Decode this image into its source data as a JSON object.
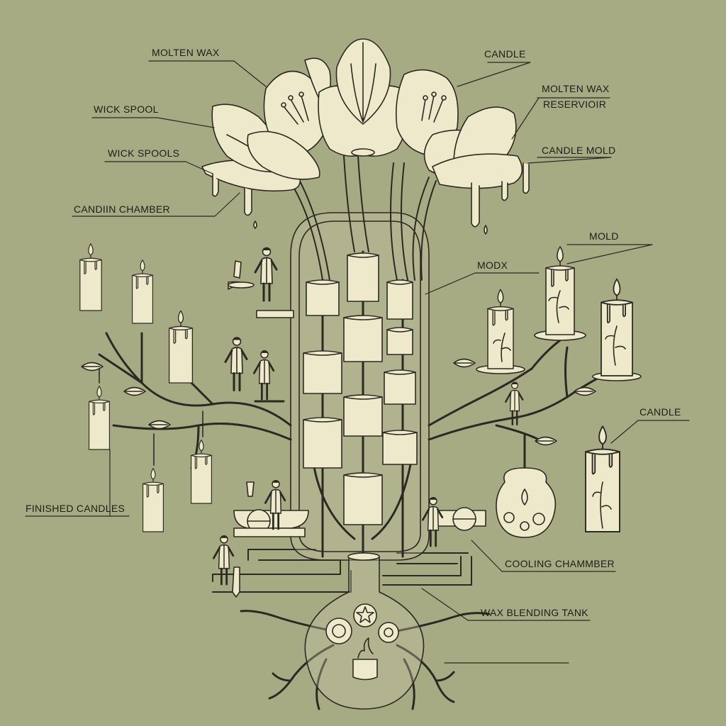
{
  "colors": {
    "background": "#a6ab84",
    "ink": "#2b2a22",
    "cream": "#efe9cc",
    "cream_shade": "#ddd6b3"
  },
  "labels": {
    "molten_wax": "MOLTEN WAX",
    "candle_top": "CANDLE",
    "molten_wax_reservoir_line1": "MOLTEN WAX",
    "molten_wax_reservoir_line2": "RESERVIOIR",
    "wick_spool": "WICK SPOOL",
    "wick_spools": "WICK SPOOLS",
    "candle_mold": "CANDLE MOLD",
    "candiin_chamber": "CANDIIN CHAMBER",
    "mold": "MOLD",
    "modx": "MODX",
    "candle_right": "CANDLE",
    "finished_candles": "FINISHED CANDLES",
    "cooling_chamber": "COOLING CHAMMBER",
    "wax_blending_tank": "WAX BLENDING TANK"
  }
}
